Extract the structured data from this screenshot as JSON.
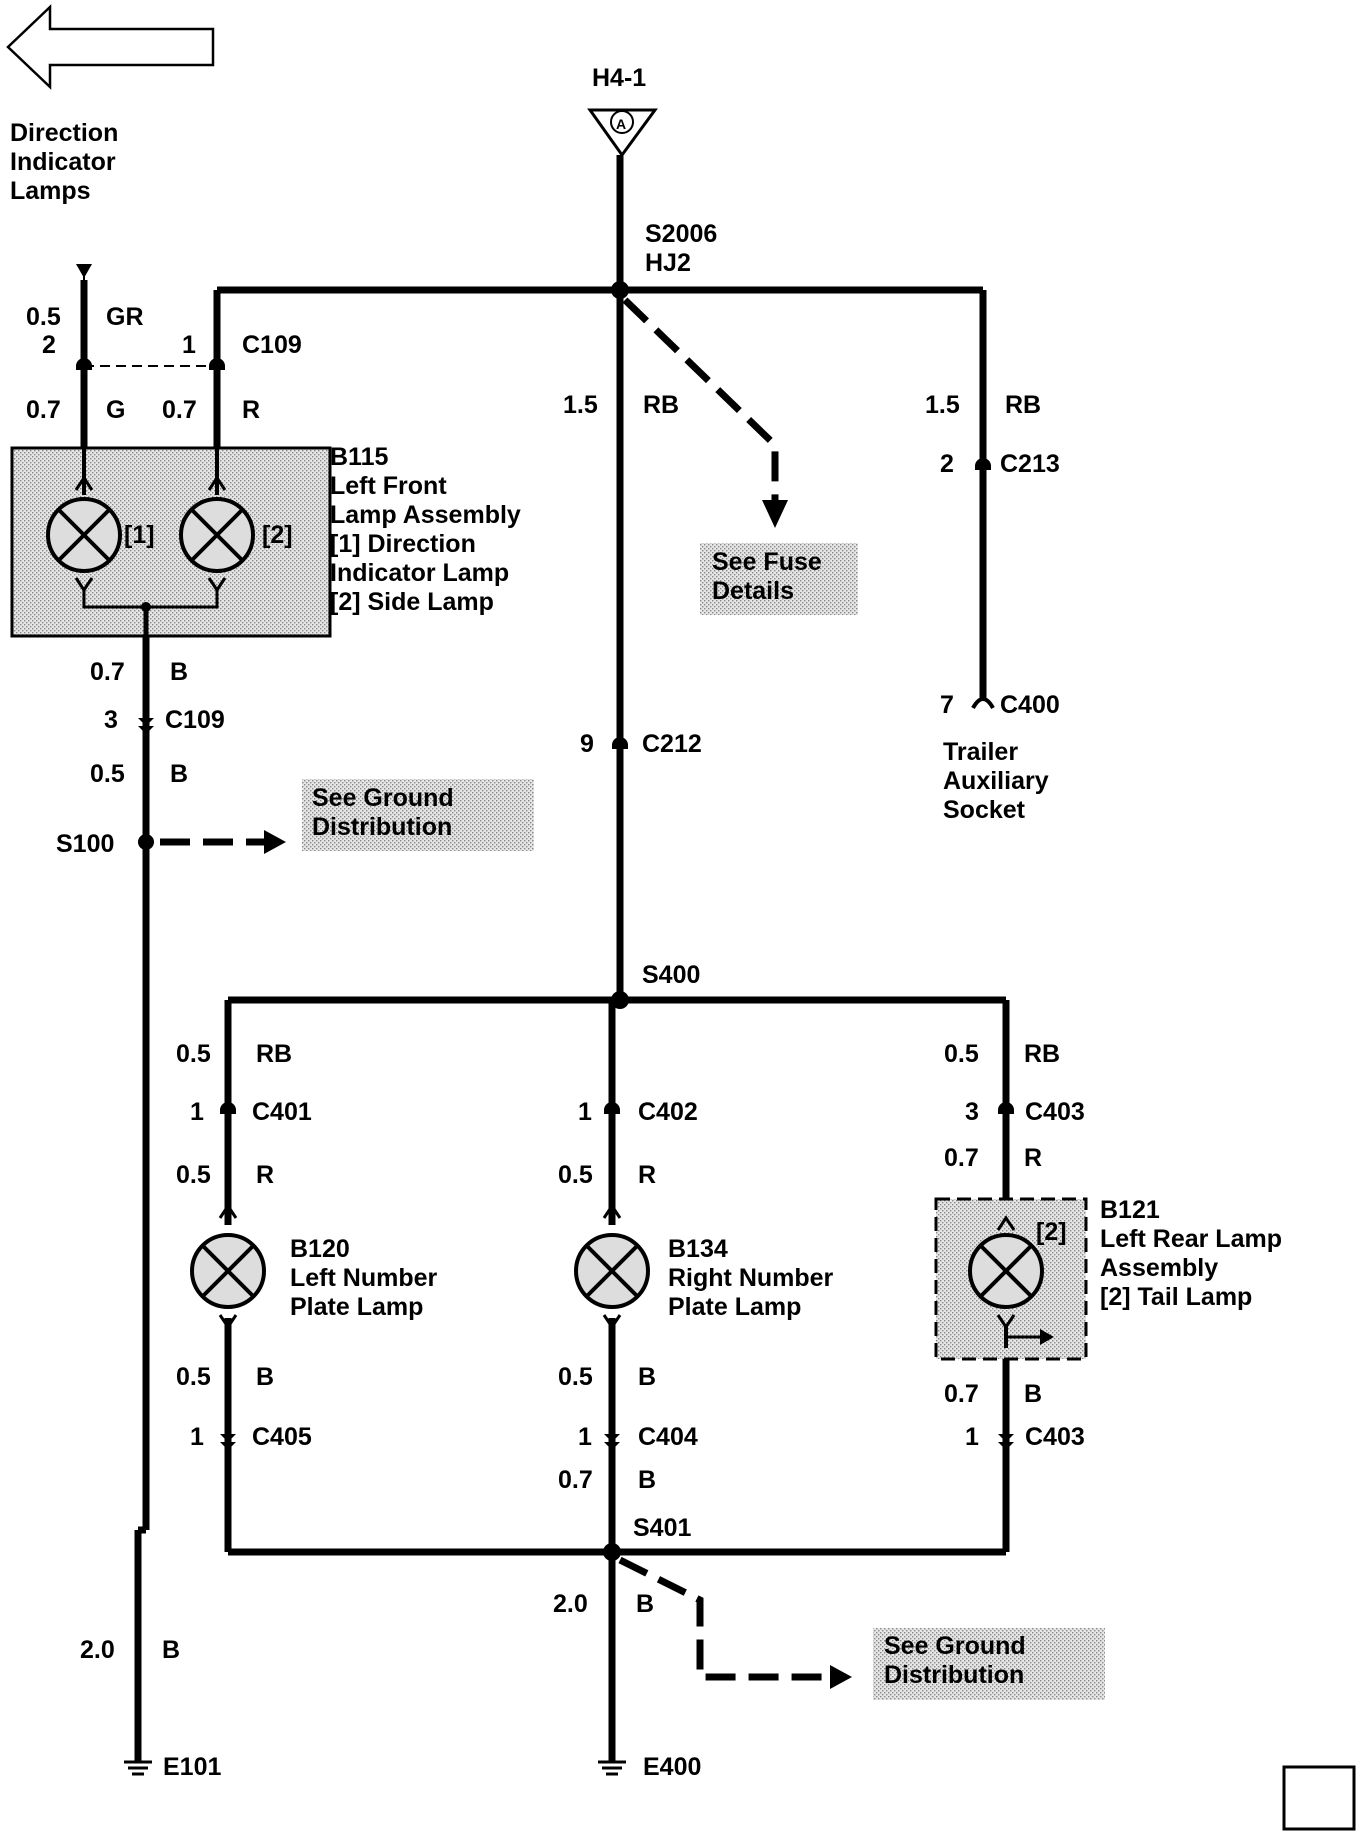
{
  "nav": {
    "back_label": "Direction\nIndicator\nLamps"
  },
  "top_connector": {
    "label": "H4-1",
    "letter": "A"
  },
  "splices": {
    "s2006": "S2006\nHJ2",
    "s100": "S100",
    "s400": "S400",
    "s401": "S401"
  },
  "wires": {
    "gr_size": "0.5",
    "gr_color": "GR",
    "c109_pin2": "2",
    "c109_pin1": "1",
    "c109": "C109",
    "g_size": "0.7",
    "g_color": "G",
    "r_size": "0.7",
    "r_color": "R",
    "b_size1": "0.7",
    "b_color1": "B",
    "c109_pin3": "3",
    "c109b": "C109",
    "b_size2": "0.5",
    "b_color2": "B",
    "b_size3": "2.0",
    "b_color3": "B",
    "center_size": "1.5",
    "center_color": "RB",
    "c212_pin": "9",
    "c212": "C212",
    "right_size": "1.5",
    "right_color": "RB",
    "c213_pin": "2",
    "c213": "C213",
    "c400_pin": "7",
    "c400": "C400",
    "l_rb_size": "0.5",
    "l_rb_color": "RB",
    "c401_pin": "1",
    "c401": "C401",
    "l_r_size": "0.5",
    "l_r_color": "R",
    "l_b_size": "0.5",
    "l_b_color": "B",
    "c405_pin": "1",
    "c405": "C405",
    "m_pin_c402": "1",
    "c402": "C402",
    "m_r_size": "0.5",
    "m_r_color": "R",
    "m_b_size": "0.5",
    "m_b_color": "B",
    "c404_pin": "1",
    "c404": "C404",
    "m_b2_size": "0.7",
    "m_b2_color": "B",
    "m_b3_size": "2.0",
    "m_b3_color": "B",
    "r_rb_size": "0.5",
    "r_rb_color": "RB",
    "c403_pin3": "3",
    "c403a": "C403",
    "r_r_size": "0.7",
    "r_r_color": "R",
    "r_b_size": "0.7",
    "r_b_color": "B",
    "c403_pin1": "1",
    "c403b": "C403"
  },
  "components": {
    "b115": "B115\nLeft Front\nLamp Assembly\n[1]  Direction\nIndicator Lamp\n[2]  Side Lamp",
    "b115_tag1": "[1]",
    "b115_tag2": "[2]",
    "b120": "B120\nLeft Number\nPlate Lamp",
    "b134": "B134\nRight Number\nPlate Lamp",
    "b121": "B121\nLeft Rear Lamp\nAssembly\n[2]  Tail Lamp",
    "b121_tag": "[2]",
    "trailer": "Trailer\nAuxiliary\nSocket"
  },
  "refs": {
    "fuse": "See Fuse\nDetails",
    "ground1": "See Ground\nDistribution",
    "ground2": "See Ground\nDistribution"
  },
  "grounds": {
    "e101": "E101",
    "e400": "E400"
  }
}
